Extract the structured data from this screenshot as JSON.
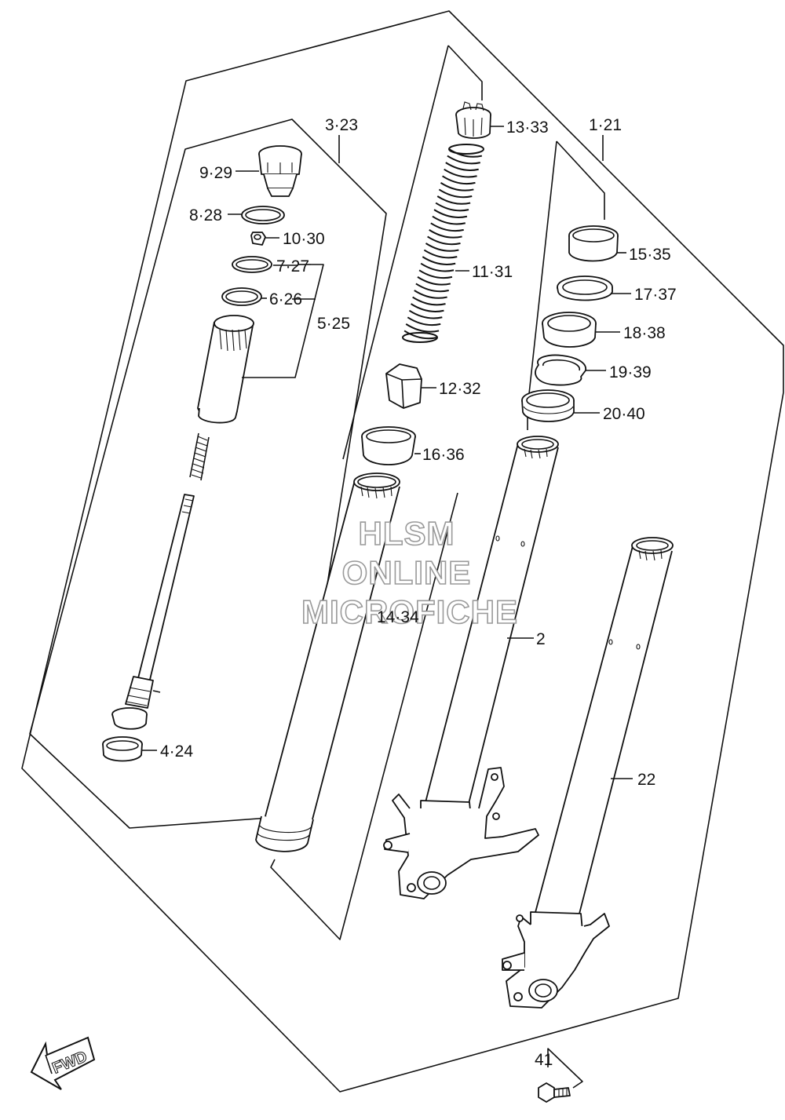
{
  "diagram": {
    "labels": {
      "label_3_23": "3·23",
      "label_9_29": "9·29",
      "label_8_28": "8·28",
      "label_10_30": "10·30",
      "label_7_27": "7·27",
      "label_6_26": "6·26",
      "label_5_25": "5·25",
      "label_4_24": "4·24",
      "label_13_33": "13·33",
      "label_1_21": "1·21",
      "label_11_31": "11·31",
      "label_15_35": "15·35",
      "label_17_37": "17·37",
      "label_18_38": "18·38",
      "label_19_39": "19·39",
      "label_12_32": "12·32",
      "label_20_40": "20·40",
      "label_16_36": "16·36",
      "label_14_34": "14·34",
      "label_2": "2",
      "label_22": "22",
      "label_41": "41"
    },
    "watermark": {
      "line1": "HLSM",
      "line2": "ONLINE",
      "line3": "MICROFICHE"
    },
    "fwd_arrow": "FWD"
  }
}
